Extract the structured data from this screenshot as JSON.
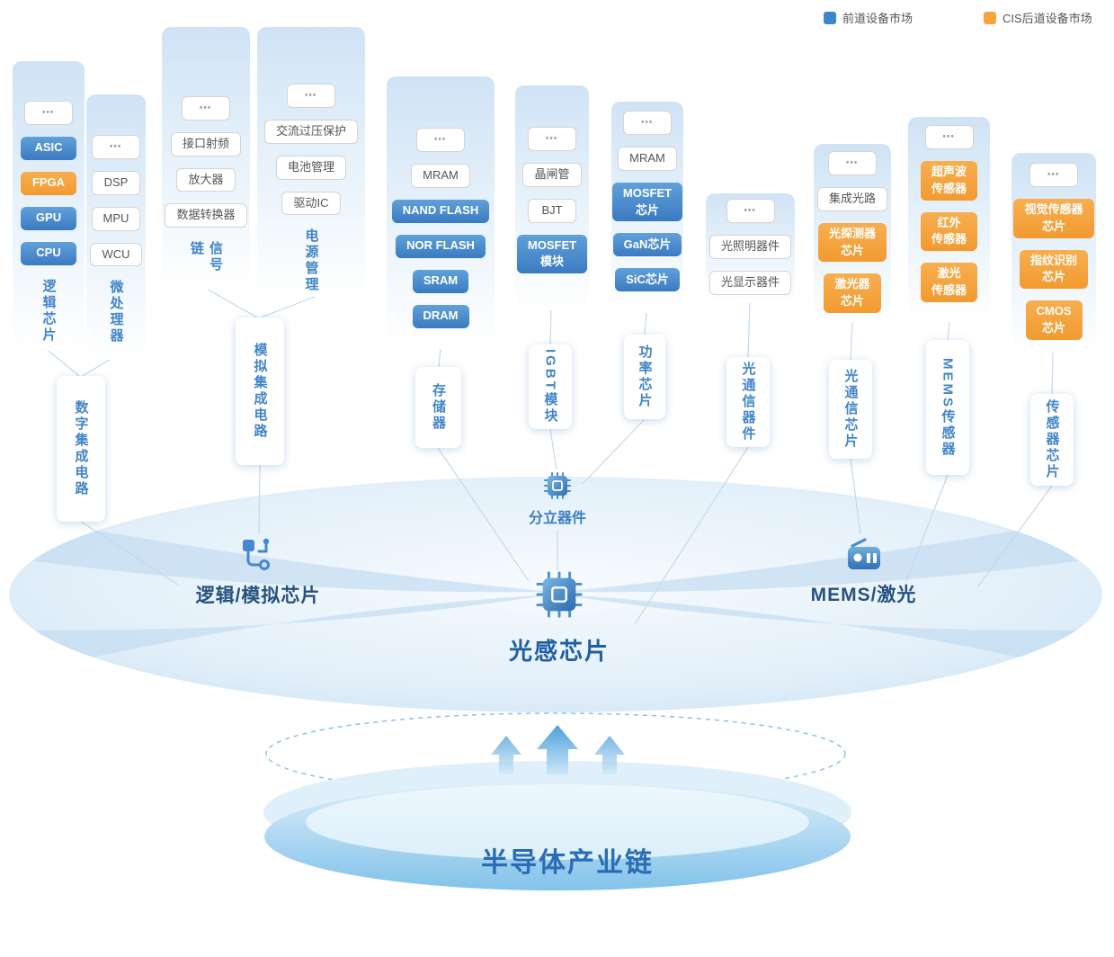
{
  "legend": {
    "items": [
      {
        "label": "前道设备市场",
        "color": "#3d85cc"
      },
      {
        "label": "CIS后道设备市场",
        "color": "#f7a43d"
      }
    ]
  },
  "cols": [
    {
      "label": "逻辑芯片",
      "tags": [
        {
          "text": "⋯"
        },
        {
          "text": "ASIC"
        },
        {
          "text": "FPGA"
        },
        {
          "text": "GPU"
        },
        {
          "text": "CPU"
        }
      ]
    },
    {
      "label": "微处理器",
      "tags": [
        {
          "text": "⋯"
        },
        {
          "text": "DSP"
        },
        {
          "text": "MPU"
        },
        {
          "text": "WCU"
        }
      ]
    },
    {
      "label": "信号链",
      "tags": [
        {
          "text": "⋯"
        },
        {
          "text": "接口射频"
        },
        {
          "text": "放大器"
        },
        {
          "text": "数据转换器"
        }
      ]
    },
    {
      "label": "电源管理",
      "tags": [
        {
          "text": "⋯"
        },
        {
          "text": "交流过压保护"
        },
        {
          "text": "电池管理"
        },
        {
          "text": "驱动IC"
        }
      ]
    },
    {
      "tags": [
        {
          "text": "⋯"
        },
        {
          "text": "MRAM"
        },
        {
          "text": "NAND FLASH"
        },
        {
          "text": "NOR FLASH"
        },
        {
          "text": "SRAM"
        },
        {
          "text": "DRAM"
        }
      ]
    },
    {
      "tags": [
        {
          "text": "⋯"
        },
        {
          "text": "晶闸管"
        },
        {
          "text": "BJT"
        },
        {
          "text": "MOSFET\n模块"
        }
      ]
    },
    {
      "tags": [
        {
          "text": "⋯"
        },
        {
          "text": "MRAM"
        },
        {
          "text": "MOSFET\n芯片"
        },
        {
          "text": "GaN芯片"
        },
        {
          "text": "SiC芯片"
        }
      ]
    },
    {
      "tags": [
        {
          "text": "⋯"
        },
        {
          "text": "光照明器件"
        },
        {
          "text": "光显示器件"
        }
      ]
    },
    {
      "tags": [
        {
          "text": "⋯"
        },
        {
          "text": "集成光路"
        },
        {
          "text": "光探测器\n芯片"
        },
        {
          "text": "激光器\n芯片"
        }
      ]
    },
    {
      "tags": [
        {
          "text": "⋯"
        },
        {
          "text": "超声波\n传感器"
        },
        {
          "text": "红外\n传感器"
        },
        {
          "text": "激光\n传感器"
        }
      ]
    },
    {
      "tags": [
        {
          "text": "⋯"
        },
        {
          "text": "视觉传感器\n芯片"
        },
        {
          "text": "指纹识别\n芯片"
        },
        {
          "text": "CMOS\n芯片"
        }
      ]
    }
  ],
  "groups": {
    "digital": "数字集成电路",
    "analog": "模拟集成电路",
    "memory": "存储器",
    "igbt": "IGBT模块",
    "power": "功率芯片",
    "opt_device": "光通信器件",
    "opt_chip": "光通信芯片",
    "mems": "MEMS传感器",
    "sensor": "传感器芯片"
  },
  "discrete": {
    "label": "分立器件"
  },
  "hubs": {
    "logic_analog": "逻辑/模拟芯片",
    "photo": "光感芯片",
    "mems_laser": "MEMS/激光"
  },
  "footer": {
    "title": "半导体产业链"
  }
}
